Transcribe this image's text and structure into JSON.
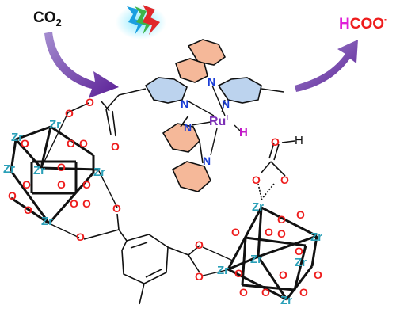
{
  "reactant": {
    "text": "CO",
    "subscript": "2"
  },
  "product": {
    "h": "H",
    "rest": "COO",
    "charge": "-"
  },
  "metal": {
    "symbol": "Ru",
    "oxidation": "I"
  },
  "hydride": "H",
  "acid_h": "H",
  "atoms": {
    "zr": "Zr",
    "o": "O",
    "n": "N"
  },
  "colors": {
    "arrow": "#6b2ea6",
    "zr": "#2aa0b8",
    "oxygen": "#ee1c1c",
    "nitrogen": "#1a3dd6",
    "ruthenium": "#7b2fb5",
    "pyridine_blue": "#bcd3ee",
    "pyridine_peach": "#f5b899",
    "product_h": "#e020d8"
  },
  "icons": [
    "lightning-bolt-icon"
  ]
}
